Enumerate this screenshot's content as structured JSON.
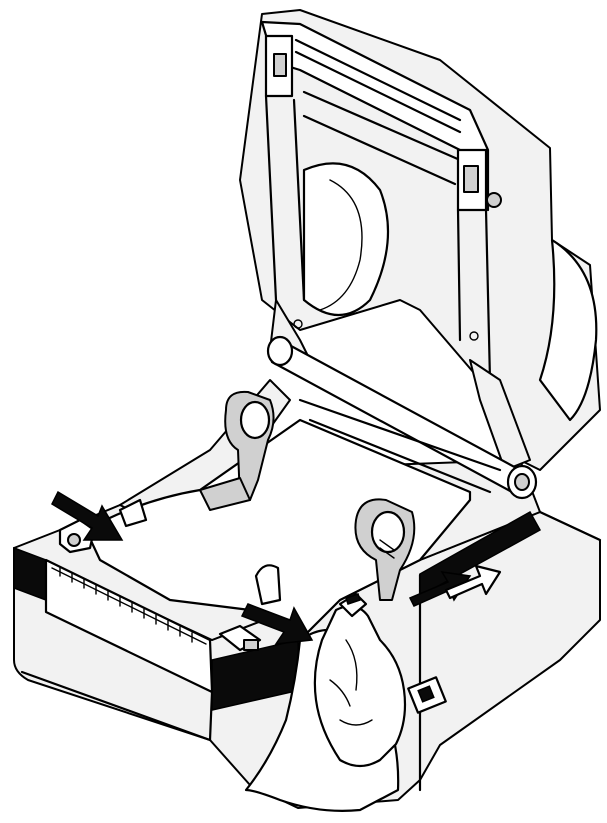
{
  "figure": {
    "palette": {
      "stroke": "#000000",
      "body_fill": "#f2f2f2",
      "paper_fill": "#ffffff",
      "hub_fill": "#d0d0d0",
      "band_fill": "#0a0a0a"
    },
    "icons": [
      "printer-body",
      "open-cover",
      "paper-roll-holder-left",
      "paper-roll-holder-right",
      "label-paper",
      "hand-with-cloth",
      "arrow-left-top",
      "arrow-mid",
      "arrow-right-outward",
      "power-switch"
    ]
  }
}
